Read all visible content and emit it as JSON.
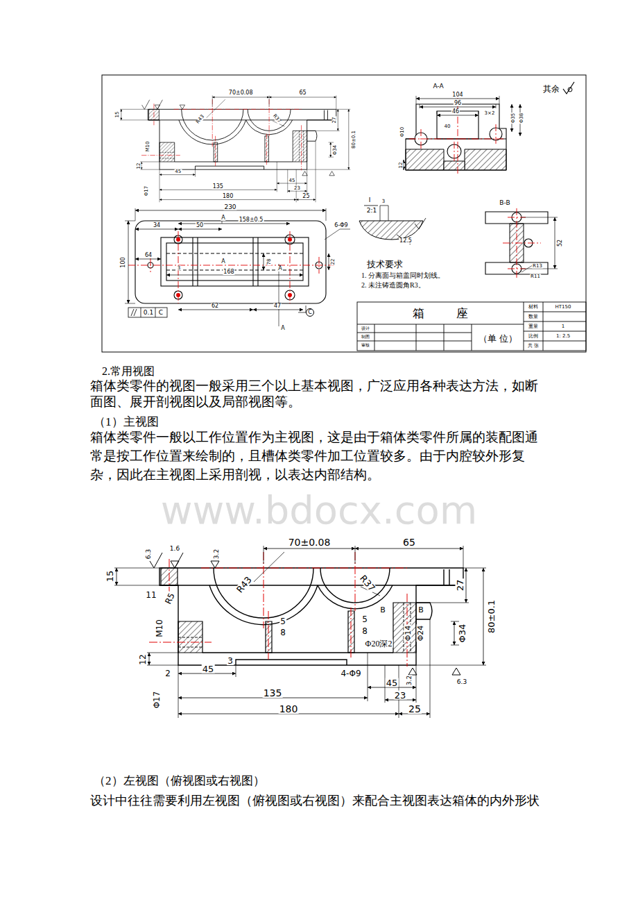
{
  "diagram": {
    "labels": [
      "70±0.08",
      "65",
      "15",
      "R43",
      "R37",
      "27",
      "80±0.1",
      "M10",
      "Φ34",
      "12",
      "45",
      "45",
      "135",
      "23",
      "Φ17",
      "180",
      "25",
      "A-A",
      "其余",
      "104",
      "96",
      "46",
      "3×2",
      "40",
      "Φ35",
      "Φ38",
      "12",
      "Φ10",
      "I",
      "2:1",
      "12.5",
      "3",
      "B-B",
      "52",
      "R13",
      "R11",
      "230",
      "34",
      "50",
      "A",
      "158±0.5",
      "64",
      "A",
      "168",
      "78",
      "A",
      "100",
      "22",
      "3",
      "6-Φ9",
      "62",
      "47",
      "0.1",
      "C",
      "C",
      "A",
      "技术要求",
      "1. 分离面与箱盖同时划线。",
      "2. 未注铸造圆角R3。",
      "箱 座",
      "材料",
      "HT150",
      "数量",
      "重量",
      "1",
      "比例",
      "1: 2.5",
      "共 张",
      "设计",
      "制图",
      "审核",
      "（单 位）",
      "2.常用视图",
      "箱体类零件的视图一般采用三个以上基本视图，广泛应用各种表达方法，如断面图、展开剖视图以及局部视图等。",
      "（1）主视图",
      "箱体类零件一般以工作位置作为主视图，这是由于箱体类零件所属的装配图通常是按工作位置来绘制的，且槽体类零件加工位置较多。由于内腔较外形复杂，因此在主视图上采用剖视，以表达内部结构。",
      "www.bdocx.com",
      "70±0.08",
      "65",
      "15",
      "R43",
      "R37",
      "27",
      "80±0.1",
      "11",
      "R5",
      "M10",
      "B",
      "B",
      "5",
      "8",
      "5",
      "8",
      "Φ14",
      "Φ24",
      "Φ34",
      "Φ20深2",
      "12",
      "2",
      "45",
      "3",
      "4-Φ9",
      "45",
      "23",
      "Φ17",
      "135",
      "180",
      "25",
      "6.3",
      "1.6",
      "3.2",
      "3.2",
      "6.3",
      "（2）左视图（俯视图或右视图）",
      "设计中往往需要利用左视图（俯视图或右视图）来配合主视图表达箱体的内外形状"
    ]
  }
}
